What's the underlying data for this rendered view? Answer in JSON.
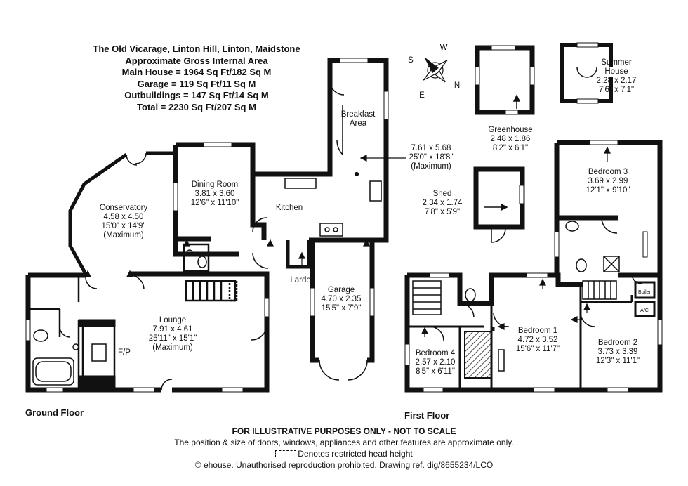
{
  "header": {
    "address": "The Old Vicarage, Linton Hill, Linton, Maidstone",
    "area_title": "Approximate Gross Internal Area",
    "main_house": "Main House = 1964 Sq Ft/182 Sq M",
    "garage": "Garage = 119 Sq Ft/11 Sq M",
    "outbuildings": "Outbuildings = 147 Sq Ft/14 Sq M",
    "total": "Total = 2230 Sq Ft/207 Sq M"
  },
  "compass": {
    "n": "N",
    "s": "S",
    "e": "E",
    "w": "W"
  },
  "rooms": {
    "breakfast": {
      "name": "Breakfast",
      "name2": "Area"
    },
    "kitchen_dims": {
      "metric": "7.61 x 5.68",
      "imperial": "25'0\" x 18'8\"",
      "note": "(Maximum)"
    },
    "kitchen": {
      "name": "Kitchen"
    },
    "dining": {
      "name": "Dining Room",
      "metric": "3.81 x 3.60",
      "imperial": "12'6\" x 11'10\""
    },
    "conservatory": {
      "name": "Conservatory",
      "metric": "4.58 x 4.50",
      "imperial": "15'0\" x 14'9\"",
      "note": "(Maximum)"
    },
    "lounge": {
      "name": "Lounge",
      "metric": "7.91 x 4.61",
      "imperial": "25'11\" x 15'1\"",
      "note": "(Maximum)"
    },
    "fp": {
      "name": "F/P"
    },
    "larder": {
      "name": "Larder"
    },
    "garage": {
      "name": "Garage",
      "metric": "4.70 x 2.35",
      "imperial": "15'5\" x 7'9\""
    },
    "greenhouse": {
      "name": "Greenhouse",
      "metric": "2.48 x 1.86",
      "imperial": "8'2\" x 6'1\""
    },
    "summer_house": {
      "name": "Summer",
      "name2": "House",
      "metric": "2.28 x 2.17",
      "imperial": "7'6\" x 7'1\""
    },
    "shed": {
      "name": "Shed",
      "metric": "2.34 x 1.74",
      "imperial": "7'8\" x 5'9\""
    },
    "bedroom1": {
      "name": "Bedroom 1",
      "metric": "4.72 x 3.52",
      "imperial": "15'6\" x 11'7\""
    },
    "bedroom2": {
      "name": "Bedroom 2",
      "metric": "3.73 x 3.39",
      "imperial": "12'3\" x 11'1\""
    },
    "bedroom3": {
      "name": "Bedroom 3",
      "metric": "3.69 x 2.99",
      "imperial": "12'1\" x 9'10\""
    },
    "bedroom4": {
      "name": "Bedroom 4",
      "metric": "2.57 x 2.10",
      "imperial": "8'5\" x 6'11\""
    },
    "boiler": {
      "name": "Boiler"
    },
    "ac": {
      "name": "A/C"
    }
  },
  "floors": {
    "ground": "Ground Floor",
    "first": "First Floor"
  },
  "footer": {
    "disclaimer": "FOR ILLUSTRATIVE PURPOSES ONLY - NOT TO SCALE",
    "note": "The position & size of doors, windows, appliances and other features are approximate only.",
    "legend": "Denotes restricted head height",
    "copyright": "© ehouse. Unauthorised reproduction prohibited. Drawing ref. dig/8655234/LCO"
  },
  "colors": {
    "wall": "#111111",
    "window": "#ffffff",
    "background": "#ffffff"
  }
}
